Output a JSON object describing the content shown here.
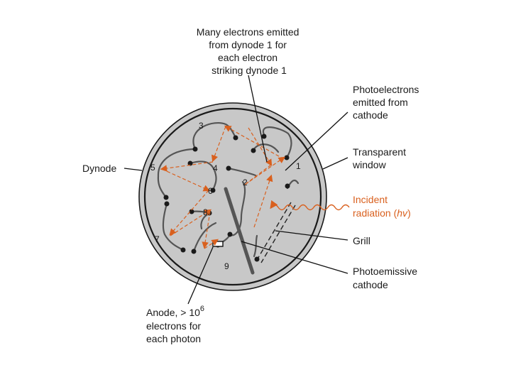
{
  "labels": {
    "many_electrons": [
      "Many electrons emitted",
      "from dynode 1 for",
      "each electron",
      "striking dynode 1"
    ],
    "photoelectrons": [
      "Photoelectrons",
      "emitted from",
      "cathode"
    ],
    "window": [
      "Transparent",
      "window"
    ],
    "incident": [
      "Incident",
      "radiation (",
      "hv",
      ")"
    ],
    "grill": "Grill",
    "cathode": [
      "Photoemissive",
      "cathode"
    ],
    "dynode": "Dynode",
    "anode": [
      "Anode, > 10",
      "6",
      "electrons for",
      "each photon"
    ]
  },
  "dynode_numbers": [
    "1",
    "2",
    "3",
    "4",
    "5",
    "6",
    "7",
    "8",
    "9"
  ],
  "colors": {
    "tube_fill": "#c8c8c8",
    "tube_border": "#1a1a1a",
    "electron_path": "#d9601e",
    "incident_text": "#d9601e",
    "wire": "#555555"
  }
}
